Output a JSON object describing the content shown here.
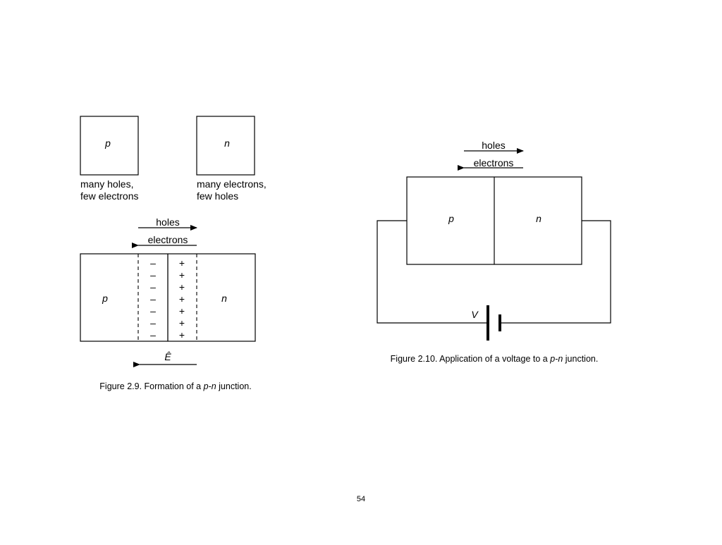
{
  "fig29": {
    "p_label": "p",
    "n_label": "n",
    "p_desc_line1": "many holes,",
    "p_desc_line2": "few electrons",
    "n_desc_line1": "many electrons,",
    "n_desc_line2": "few holes",
    "holes_label": "holes",
    "electrons_label": "electrons",
    "junction_p_label": "p",
    "junction_n_label": "n",
    "negative_charges": [
      "–",
      "–",
      "–",
      "–",
      "–",
      "–",
      "–"
    ],
    "positive_charges": [
      "+",
      "+",
      "+",
      "+",
      "+",
      "+",
      "+"
    ],
    "field_label": "Ê",
    "caption_prefix": "Figure 2.9. Formation of a ",
    "caption_italic": "p-n",
    "caption_suffix": " junction."
  },
  "fig210": {
    "holes_label": "holes",
    "electrons_label": "electrons",
    "p_label": "p",
    "n_label": "n",
    "voltage_label": "V",
    "caption_prefix": "Figure 2.10. Application of a voltage to a ",
    "caption_italic": "p-n",
    "caption_suffix": " junction."
  },
  "page_number": "54"
}
